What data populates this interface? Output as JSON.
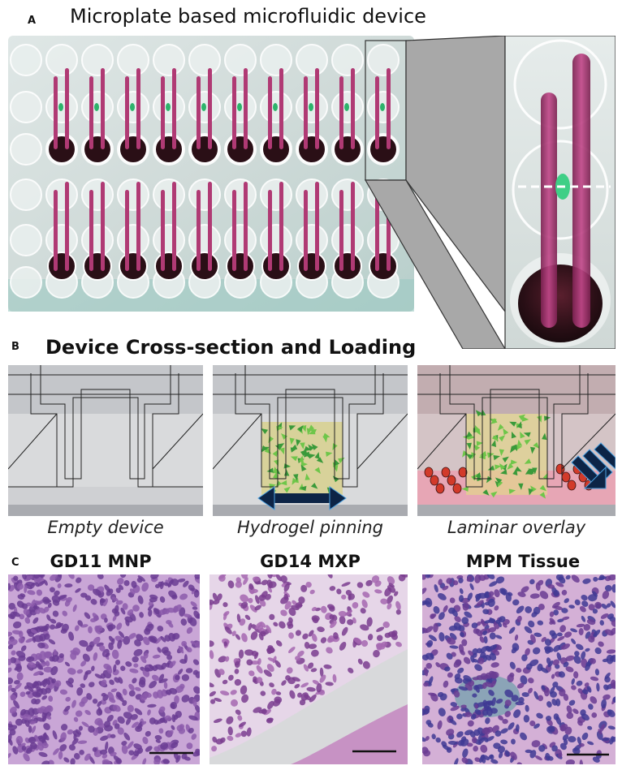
{
  "panel_a": {
    "letter": "A",
    "title": "Microplate based microfluidic device"
  },
  "panel_b": {
    "letter": "B",
    "title": "Device Cross-section and Loading",
    "captions": [
      "Empty device",
      "Hydrogel pinning",
      "Laminar overlay"
    ]
  },
  "panel_c": {
    "letter": "C",
    "labels": [
      "GD11 MNP",
      "GD14 MXP",
      "MPM Tissue"
    ]
  },
  "colors": {
    "channel_magenta": "#b03a74",
    "gel_green": "#2db36b",
    "stain_purple": "#8a4aa3",
    "plate_teal": "#7fbcb6"
  }
}
